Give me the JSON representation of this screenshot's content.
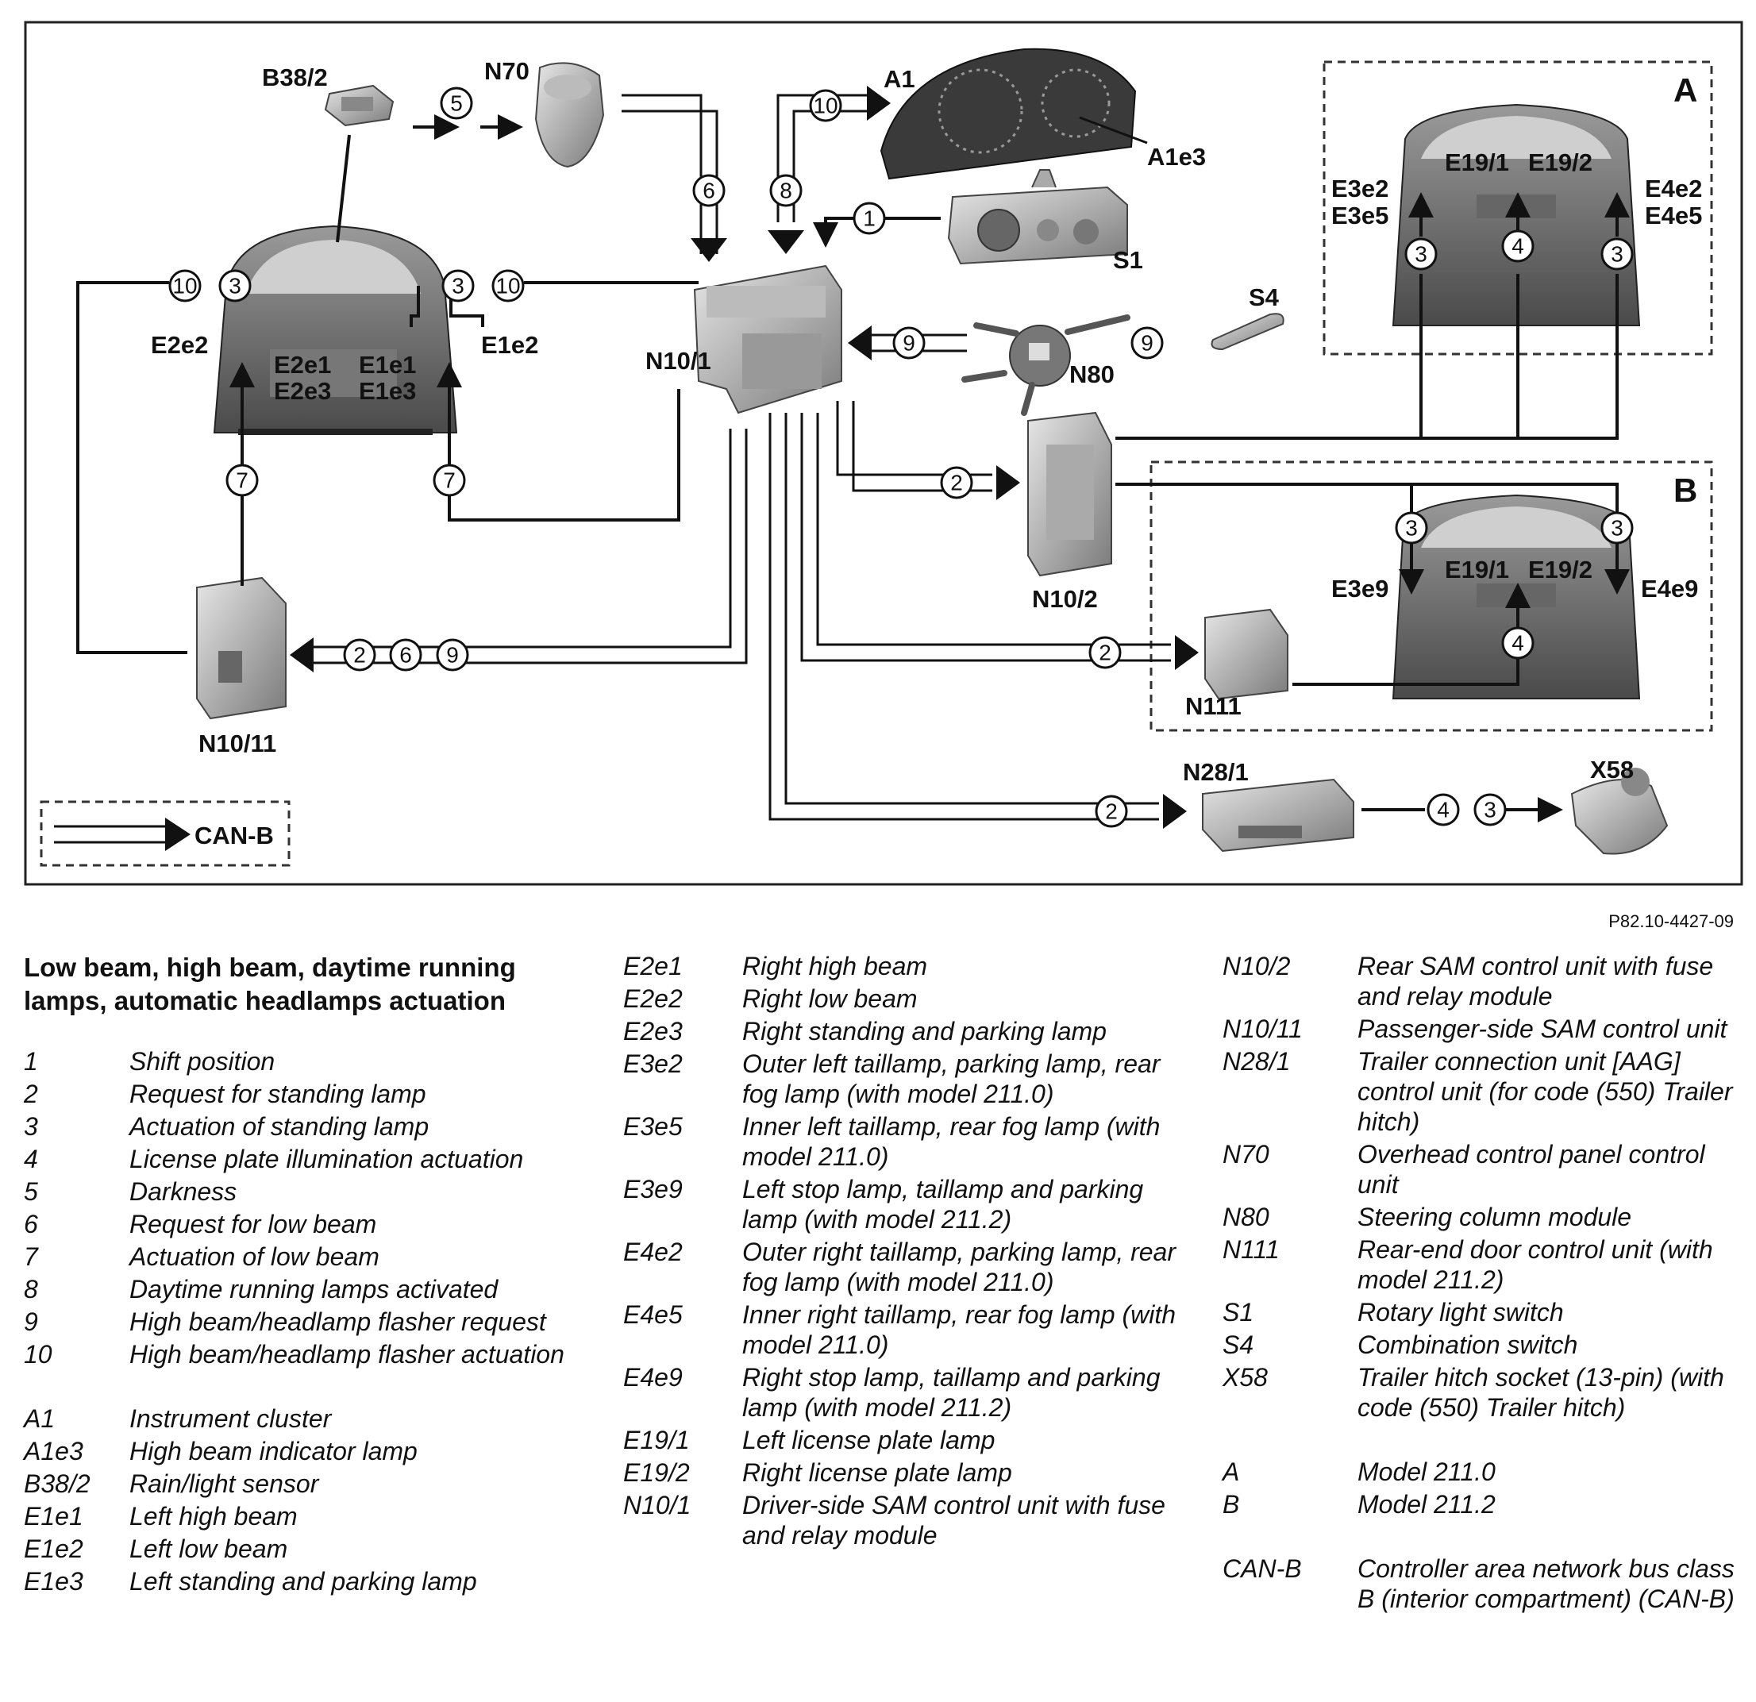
{
  "figure_id": "P82.10-4427-09",
  "components": {
    "b38_2": "B38/2",
    "n70": "N70",
    "a1": "A1",
    "a1e3": "A1e3",
    "s1": "S1",
    "s4": "S4",
    "n80": "N80",
    "n10_1": "N10/1",
    "n10_2": "N10/2",
    "n10_11": "N10/11",
    "n111": "N111",
    "n28_1": "N28/1",
    "x58": "X58",
    "e2e2": "E2e2",
    "e1e2": "E1e2",
    "e2e1": "E2e1",
    "e2e3": "E2e3",
    "e1e1": "E1e1",
    "e1e3": "E1e3",
    "e3e2": "E3e2",
    "e3e5": "E3e5",
    "e4e2": "E4e2",
    "e4e5": "E4e5",
    "e19_1": "E19/1",
    "e19_2": "E19/2",
    "e3e9": "E3e9",
    "e4e9": "E4e9",
    "box_a": "A",
    "box_b": "B",
    "can_b": "CAN-B"
  },
  "signal_numbers": {
    "n1": "1",
    "n2": "2",
    "n3": "3",
    "n4": "4",
    "n5": "5",
    "n6": "6",
    "n7": "7",
    "n8": "8",
    "n9": "9",
    "n10": "10"
  },
  "legend": {
    "title": "Low beam, high beam, daytime running lamps, automatic headlamps actuation",
    "col1": [
      {
        "code": "1",
        "desc": "Shift position"
      },
      {
        "code": "2",
        "desc": "Request for standing lamp"
      },
      {
        "code": "3",
        "desc": "Actuation of standing lamp"
      },
      {
        "code": "4",
        "desc": "License plate illumination actuation"
      },
      {
        "code": "5",
        "desc": "Darkness"
      },
      {
        "code": "6",
        "desc": "Request for low beam"
      },
      {
        "code": "7",
        "desc": "Actuation of low beam"
      },
      {
        "code": "8",
        "desc": "Daytime running lamps activated"
      },
      {
        "code": "9",
        "desc": "High beam/headlamp flasher request"
      },
      {
        "code": "10",
        "desc": "High beam/headlamp flasher actuation"
      }
    ],
    "col1b": [
      {
        "code": "A1",
        "desc": "Instrument cluster"
      },
      {
        "code": "A1e3",
        "desc": "High beam indicator lamp"
      },
      {
        "code": "B38/2",
        "desc": "Rain/light sensor"
      },
      {
        "code": "E1e1",
        "desc": "Left high beam"
      },
      {
        "code": "E1e2",
        "desc": "Left low beam"
      },
      {
        "code": "E1e3",
        "desc": "Left standing and parking lamp"
      }
    ],
    "col2": [
      {
        "code": "E2e1",
        "desc": "Right high beam"
      },
      {
        "code": "E2e2",
        "desc": "Right low beam"
      },
      {
        "code": "E2e3",
        "desc": "Right standing and parking lamp"
      },
      {
        "code": "E3e2",
        "desc": "Outer left taillamp, parking lamp, rear fog lamp (with model 211.0)"
      },
      {
        "code": "E3e5",
        "desc": "Inner left taillamp, rear fog lamp (with model 211.0)"
      },
      {
        "code": "E3e9",
        "desc": "Left stop lamp, taillamp and parking lamp (with model 211.2)"
      },
      {
        "code": "E4e2",
        "desc": "Outer right taillamp, parking lamp, rear fog lamp (with model 211.0)"
      },
      {
        "code": "E4e5",
        "desc": "Inner right taillamp, rear fog lamp (with model 211.0)"
      },
      {
        "code": "E4e9",
        "desc": "Right stop lamp, taillamp and parking lamp (with model 211.2)"
      },
      {
        "code": "E19/1",
        "desc": "Left license plate lamp"
      },
      {
        "code": "E19/2",
        "desc": "Right license plate lamp"
      },
      {
        "code": "N10/1",
        "desc": "Driver-side SAM control unit with fuse and relay module"
      }
    ],
    "col3": [
      {
        "code": "N10/2",
        "desc": "Rear SAM control unit with fuse and relay module"
      },
      {
        "code": "N10/11",
        "desc": "Passenger-side SAM control unit"
      },
      {
        "code": "N28/1",
        "desc": "Trailer connection unit [AAG] control unit (for code (550) Trailer hitch)"
      },
      {
        "code": "N70",
        "desc": "Overhead control panel control unit"
      },
      {
        "code": "N80",
        "desc": "Steering column module"
      },
      {
        "code": "N111",
        "desc": "Rear-end door control unit (with model 211.2)"
      },
      {
        "code": "S1",
        "desc": "Rotary light switch"
      },
      {
        "code": "S4",
        "desc": "Combination switch"
      },
      {
        "code": "X58",
        "desc": "Trailer hitch socket (13-pin) (with code (550) Trailer hitch)"
      }
    ],
    "col3b": [
      {
        "code": "A",
        "desc": "Model 211.0"
      },
      {
        "code": "B",
        "desc": "Model 211.2"
      }
    ],
    "col3c": [
      {
        "code": "CAN-B",
        "desc": "Controller area network bus class B (interior compartment) (CAN-B)"
      }
    ]
  }
}
